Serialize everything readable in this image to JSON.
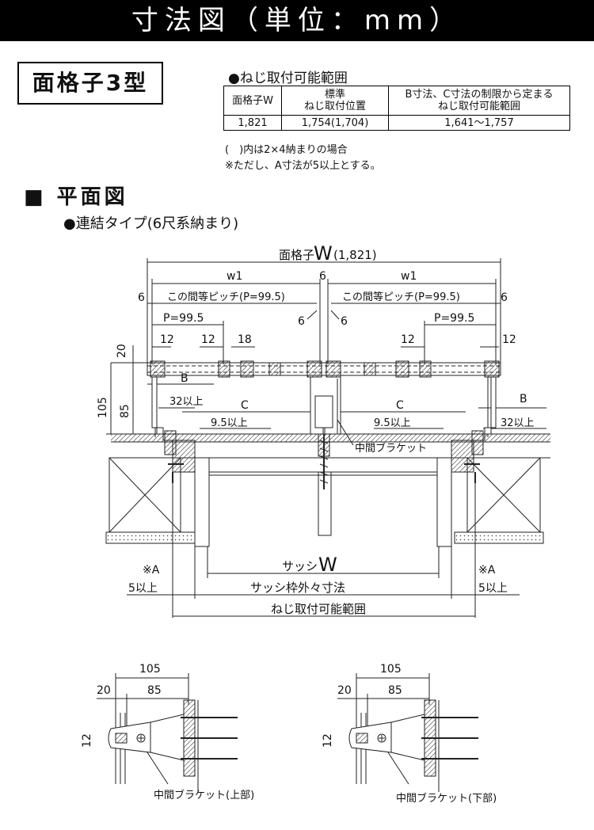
{
  "header": {
    "title": "寸法図（単位：mm）"
  },
  "model": {
    "name": "面格子3型"
  },
  "range_table": {
    "title": "●ねじ取付可能範囲",
    "headers": [
      "面格子W",
      "標準\nねじ取付位置",
      "B寸法、C寸法の制限から定まる\nねじ取付可能範囲"
    ],
    "row": [
      "1,821",
      "1,754(1,704)",
      "1,641〜1,757"
    ]
  },
  "notes": [
    "(　)内は2×4納まりの場合",
    "※ただし、A寸法が5以上とする。"
  ],
  "section": {
    "heading": "■ 平面図",
    "subheading": "●連結タイプ(6尺系納まり)"
  },
  "plan": {
    "overall_label": "面格子",
    "overall_big": "W",
    "overall_value": "(1,821)",
    "w1": "w1",
    "pitch_note": "この間等ピッチ(P=99.5)",
    "pitch": "P=99.5",
    "six": "6",
    "twelve": "12",
    "eighteen": "18",
    "twenty": "20",
    "eightyfive": "85",
    "onezerofive": "105",
    "b": "B",
    "c": "C",
    "min32": "32以上",
    "min95": "9.5以上",
    "bracket": "中間ブラケット",
    "sash_label": "サッシ",
    "sash_big": "W",
    "sash_frame": "サッシ枠外々寸法",
    "screw_range": "ねじ取付可能範囲",
    "a_mark": "※A",
    "a_min": "5以上"
  },
  "details": {
    "d105": "105",
    "d20": "20",
    "d85": "85",
    "d12": "12",
    "upper_label": "中間ブラケット(上部)",
    "lower_label": "中間ブラケット(下部)"
  }
}
